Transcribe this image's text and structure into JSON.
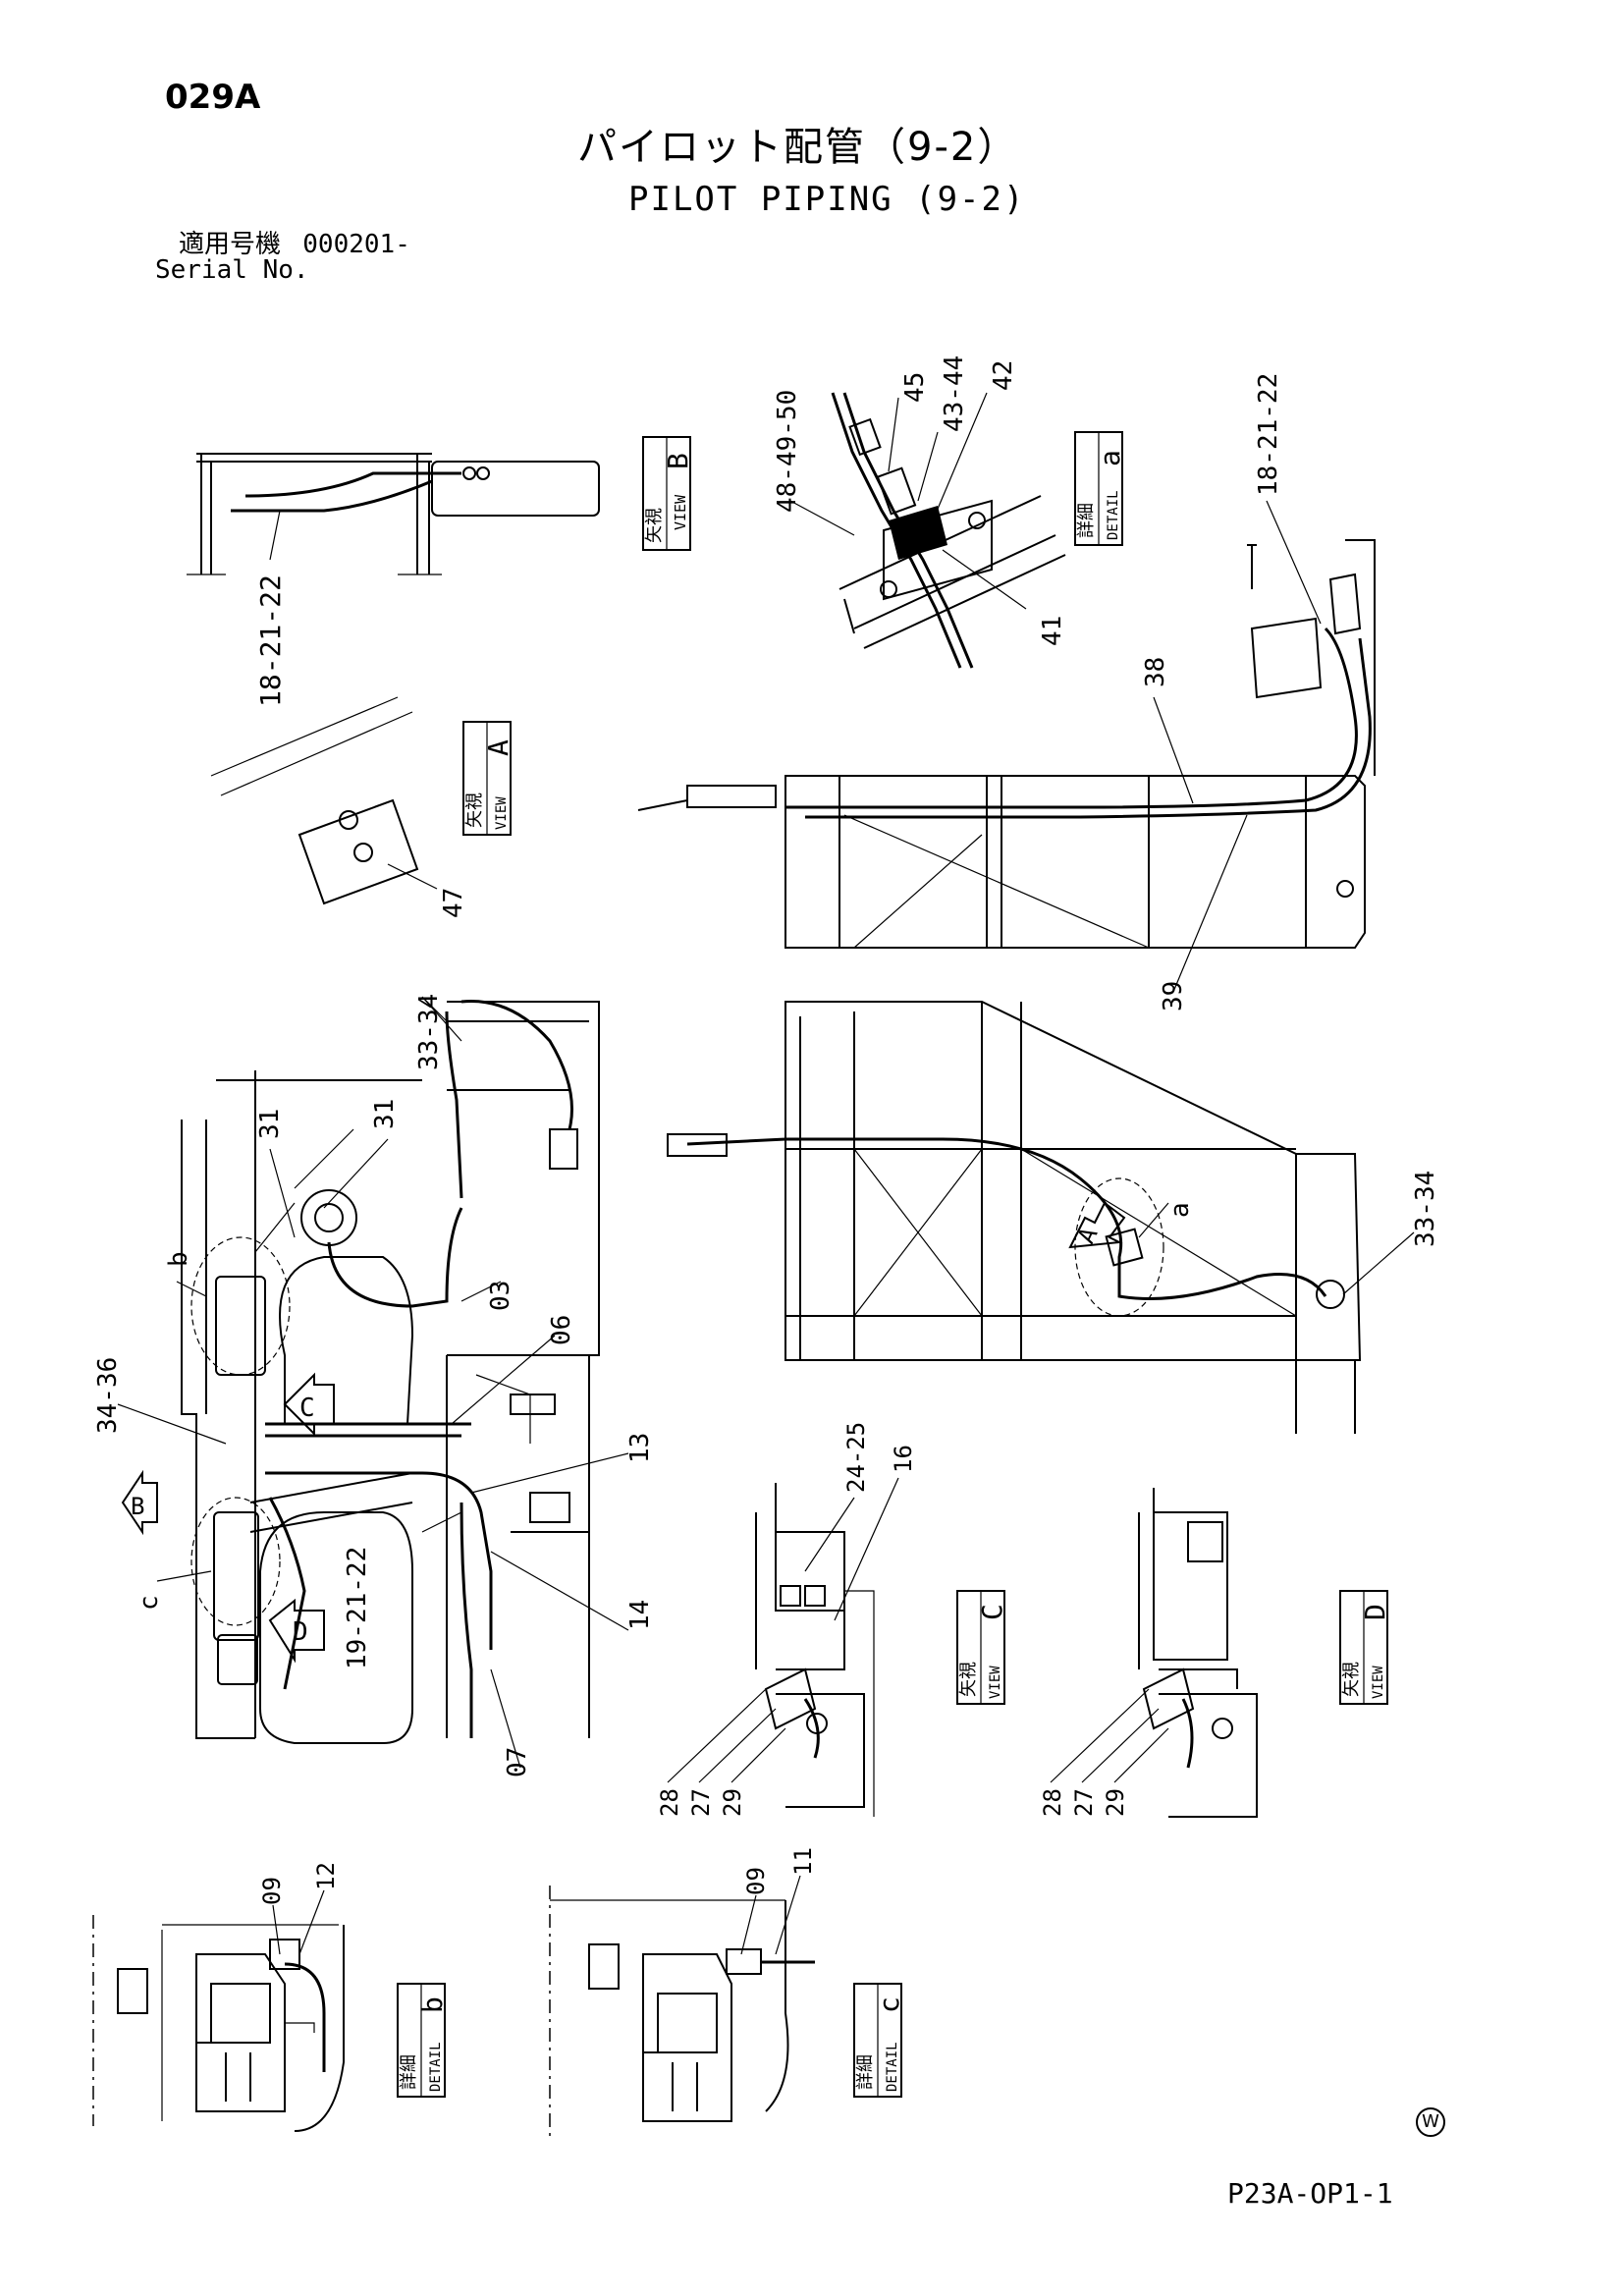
{
  "header": {
    "page_id": "029A",
    "title_jp": "パイロット配管（9-2）",
    "title_en": "PILOT PIPING (9-2)",
    "serial_label_jp": "適用号機",
    "serial_value": "000201-",
    "serial_label_en": "Serial No."
  },
  "footer": {
    "drawing_number": "P23A-OP1-1",
    "mark": "W"
  },
  "view_labels": {
    "view_b": {
      "jp": "矢視",
      "en": "VIEW",
      "letter": "B"
    },
    "view_a": {
      "jp": "矢視",
      "en": "VIEW",
      "letter": "A"
    },
    "view_c": {
      "jp": "矢視",
      "en": "VIEW",
      "letter": "C"
    },
    "view_d": {
      "jp": "矢視",
      "en": "VIEW",
      "letter": "D"
    },
    "detail_a": {
      "jp": "詳細",
      "en": "DETAIL",
      "letter": "a"
    },
    "detail_b": {
      "jp": "詳細",
      "en": "DETAIL",
      "letter": "b"
    },
    "detail_c": {
      "jp": "詳細",
      "en": "DETAIL",
      "letter": "c"
    }
  },
  "callouts": {
    "c_18_21_22_b": "18-21-22",
    "c_48_49_50": "48-49-50",
    "c_45": "45",
    "c_43_44": "43-44",
    "c_42": "42",
    "c_41": "41",
    "c_18_21_22_r": "18-21-22",
    "c_38": "38",
    "c_39": "39",
    "c_47": "47",
    "c_33_34_l": "33-34",
    "c_31_a": "31",
    "c_31_b": "31",
    "c_b": "b",
    "c_03": "03",
    "c_06": "06",
    "c_34_36": "34-36",
    "c_13": "13",
    "c_c": "c",
    "c_14": "14",
    "c_19_21_22": "19-21-22",
    "c_07": "07",
    "c_a": "a",
    "c_33_34_r": "33-34",
    "c_24_25": "24-25",
    "c_16": "16",
    "c_28_l": "28",
    "c_27_l": "27",
    "c_29_l": "29",
    "c_28_r": "28",
    "c_27_r": "27",
    "c_29_r": "29",
    "c_09_b": "09",
    "c_12": "12",
    "c_09_c": "09",
    "c_11": "11"
  },
  "arrows": {
    "arrow_a": "A",
    "arrow_b": "B",
    "arrow_c": "C",
    "arrow_d": "D"
  }
}
